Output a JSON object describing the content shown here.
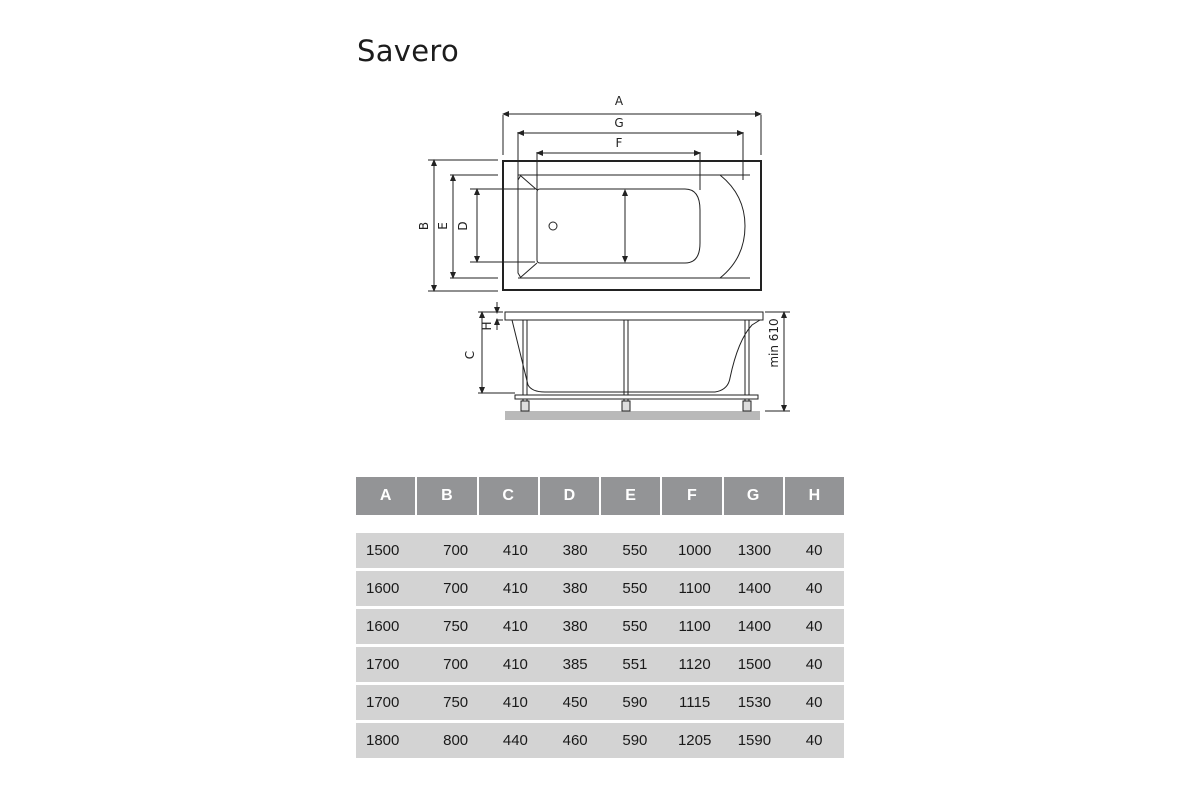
{
  "title": "Savero",
  "diagram": {
    "top_view_labels": {
      "A": "A",
      "G": "G",
      "F": "F",
      "B": "B",
      "E": "E",
      "D": "D"
    },
    "side_view_labels": {
      "H": "H",
      "C": "C",
      "min_height": "min 610"
    }
  },
  "table": {
    "headers": [
      "A",
      "B",
      "C",
      "D",
      "E",
      "F",
      "G",
      "H"
    ],
    "rows": [
      [
        "1500",
        "700",
        "410",
        "380",
        "550",
        "1000",
        "1300",
        "40"
      ],
      [
        "1600",
        "700",
        "410",
        "380",
        "550",
        "1100",
        "1400",
        "40"
      ],
      [
        "1600",
        "750",
        "410",
        "380",
        "550",
        "1100",
        "1400",
        "40"
      ],
      [
        "1700",
        "700",
        "410",
        "385",
        "551",
        "1120",
        "1500",
        "40"
      ],
      [
        "1700",
        "750",
        "410",
        "450",
        "590",
        "1115",
        "1530",
        "40"
      ],
      [
        "1800",
        "800",
        "440",
        "460",
        "590",
        "1205",
        "1590",
        "40"
      ]
    ]
  },
  "colors": {
    "header_bg": "#939496",
    "row_bg": "#d3d3d3",
    "line": "#222222"
  }
}
